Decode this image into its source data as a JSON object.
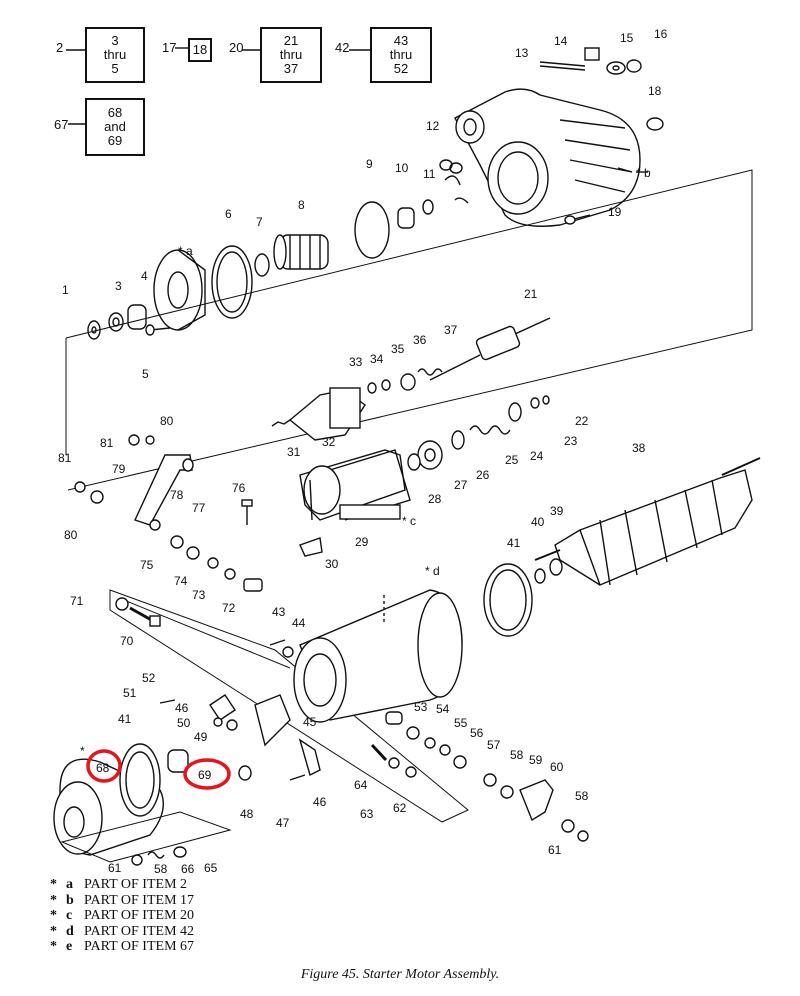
{
  "key_boxes": [
    {
      "lead": "2",
      "lines": [
        "3",
        "thru",
        "5"
      ]
    },
    {
      "lead": "17",
      "lines": [
        "18"
      ]
    },
    {
      "lead": "20",
      "lines": [
        "21",
        "thru",
        "37"
      ]
    },
    {
      "lead": "42",
      "lines": [
        "43",
        "thru",
        "52"
      ]
    },
    {
      "lead": "67",
      "lines": [
        "68",
        "and",
        "69"
      ]
    }
  ],
  "callouts": {
    "n1": "1",
    "n3": "3",
    "n4": "4",
    "n5": "5",
    "n6": "6",
    "n7": "7",
    "n8": "8",
    "n9": "9",
    "n10": "10",
    "n11": "11",
    "n12": "12",
    "n13": "13",
    "n14": "14",
    "n15": "15",
    "n16": "16",
    "n18": "18",
    "n19": "19",
    "n21": "21",
    "n22": "22",
    "n23": "23",
    "n24": "24",
    "n25": "25",
    "n26": "26",
    "n27": "27",
    "n28": "28",
    "n29": "29",
    "n30": "30",
    "n31": "31",
    "n32": "32",
    "n33": "33",
    "n34": "34",
    "n35": "35",
    "n36": "36",
    "n37": "37",
    "n38": "38",
    "n39": "39",
    "n40": "40",
    "n41a": "41",
    "n41b": "41",
    "n43": "43",
    "n44": "44",
    "n45": "45",
    "n46a": "46",
    "n46b": "46",
    "n47": "47",
    "n48": "48",
    "n49": "49",
    "n50": "50",
    "n51": "51",
    "n52": "52",
    "n53": "53",
    "n54": "54",
    "n55": "55",
    "n56": "56",
    "n57": "57",
    "n58a": "58",
    "n58b": "58",
    "n58c": "58",
    "n59": "59",
    "n60": "60",
    "n61a": "61",
    "n61b": "61",
    "n62": "62",
    "n63": "63",
    "n64": "64",
    "n65": "65",
    "n66": "66",
    "n68": "68",
    "n69": "69",
    "n70": "70",
    "n71": "71",
    "n72": "72",
    "n73": "73",
    "n74": "74",
    "n75": "75",
    "n76": "76",
    "n77": "77",
    "n78": "78",
    "n79": "79",
    "n80a": "80",
    "n80b": "80",
    "n81a": "81",
    "n81b": "81"
  },
  "star_labels": {
    "a": "* a",
    "b": "* b",
    "c": "* c",
    "d": "* d",
    "e": "*"
  },
  "legend": [
    {
      "star": "*",
      "letter": "a",
      "text": "PART OF ITEM 2"
    },
    {
      "star": "*",
      "letter": "b",
      "text": "PART OF ITEM 17"
    },
    {
      "star": "*",
      "letter": "c",
      "text": "PART OF ITEM 20"
    },
    {
      "star": "*",
      "letter": "d",
      "text": "PART OF ITEM 42"
    },
    {
      "star": "*",
      "letter": "e",
      "text": "PART OF ITEM 67"
    }
  ],
  "caption": "Figure 45.  Starter Motor Assembly.",
  "highlight_color": "#e8141b"
}
